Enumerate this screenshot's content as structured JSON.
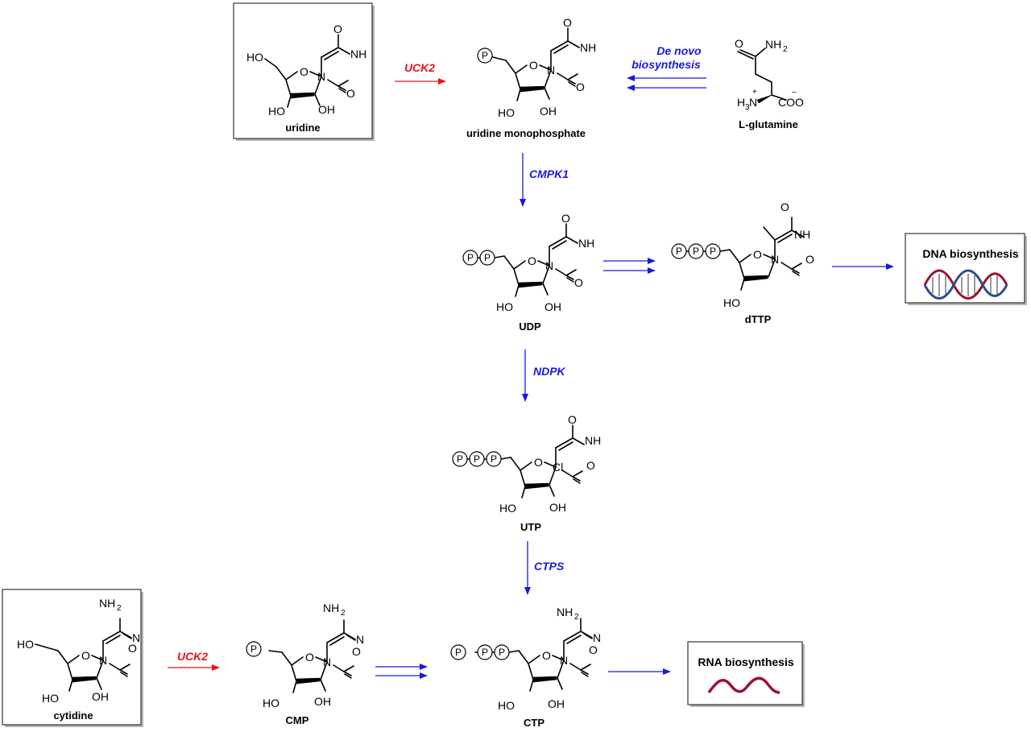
{
  "colors": {
    "salvage_arrow": "#e8141c",
    "pathway_arrow": "#1a1adc",
    "dna_red": "#9b1233",
    "dna_blue": "#2a4f8a",
    "rna": "#9b1233"
  },
  "compounds": {
    "uridine": "uridine",
    "ump": "uridine monophosphate",
    "glutamine": "L-glutamine",
    "udp": "UDP",
    "dttp": "dTTP",
    "utp": "UTP",
    "cytidine": "cytidine",
    "cmp": "CMP",
    "ctp": "CTP"
  },
  "enzymes": {
    "uck2_top": "UCK2",
    "uck2_bottom": "UCK2",
    "de_novo_line1": "De novo",
    "de_novo_line2": "biosynthesis",
    "cmpk1": "CMPK1",
    "ndpk": "NDPK",
    "ctps": "CTPS"
  },
  "outputs": {
    "dna": "DNA biosynthesis",
    "rna": "RNA biosynthesis"
  },
  "atoms": {
    "O": "O",
    "N": "N",
    "NH": "NH",
    "NH2": "NH",
    "sub2": "2",
    "H3N": "H",
    "sub3": "3",
    "HO": "HO",
    "OH": "OH",
    "P": "P",
    "Cl": "Cl",
    "COO": "COO",
    "plus": "+",
    "minus": "−"
  }
}
